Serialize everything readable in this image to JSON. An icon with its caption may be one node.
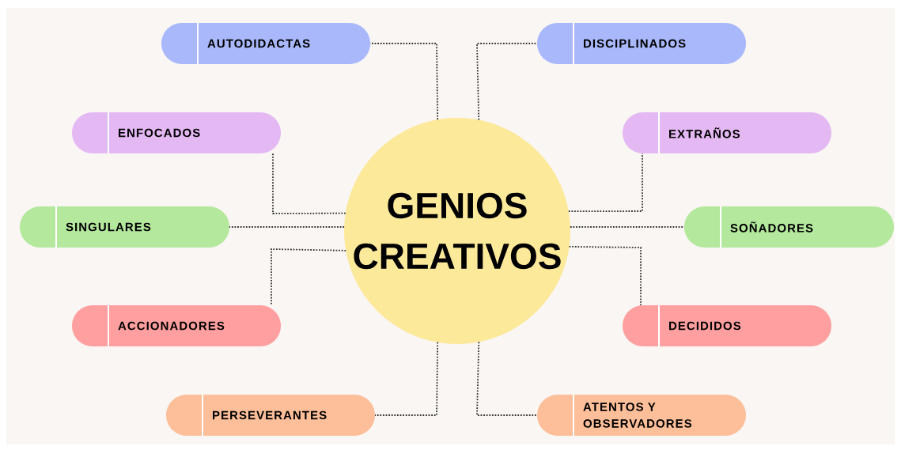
{
  "diagram": {
    "nodes": [
      {
        "text": [
          "GENIOS CREATIVOS"
        ]
      },
      {
        "text": [
          "AUTODIDACTAS"
        ]
      },
      {
        "text": [
          "DISCIPLINADOS"
        ]
      },
      {
        "text": [
          "ENFOCADOS"
        ]
      },
      {
        "text": [
          "EXTRAÑOS"
        ]
      },
      {
        "text": [
          "SINGULARES"
        ]
      },
      {
        "text": [
          "SOÑADORES"
        ]
      },
      {
        "text": [
          "ACCIONADORES"
        ]
      },
      {
        "text": [
          "DECIDIDOS"
        ]
      },
      {
        "text": [
          "PERSEVERANTES"
        ]
      },
      {
        "text": [
          "ATENTOS Y OBSERVADORES"
        ]
      }
    ],
    "edges": [
      {
        "from": 0,
        "to": 1,
        "arrow": "none"
      },
      {
        "from": 0,
        "to": 2,
        "arrow": "none"
      },
      {
        "from": 0,
        "to": 3,
        "arrow": "none"
      },
      {
        "from": 0,
        "to": 4,
        "arrow": "none"
      },
      {
        "from": 0,
        "to": 5,
        "arrow": "none"
      },
      {
        "from": 0,
        "to": 6,
        "arrow": "none"
      },
      {
        "from": 0,
        "to": 7,
        "arrow": "none"
      },
      {
        "from": 0,
        "to": 8,
        "arrow": "none"
      },
      {
        "from": 0,
        "to": 9,
        "arrow": "none"
      },
      {
        "from": 0,
        "to": 10,
        "arrow": "none"
      }
    ]
  }
}
